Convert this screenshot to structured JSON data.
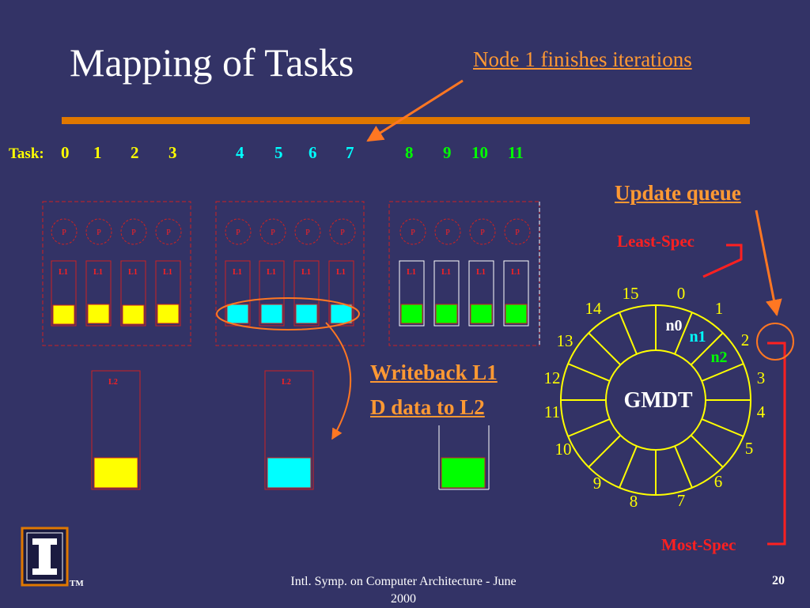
{
  "slide": {
    "title": "Mapping of Tasks",
    "node_callout": "Node 1 finishes iterations",
    "update_queue": "Update queue",
    "least_spec": "Least-Spec",
    "most_spec": "Most-Spec",
    "writeback_line1": "Writeback L1",
    "writeback_line2": "D data to L2",
    "footer_line1": "Intl. Symp. on Computer Architecture - June",
    "footer_line2": "2000",
    "page_number": "20",
    "trademark": "TM"
  },
  "tasks": {
    "label": "Task:",
    "ids": [
      "0",
      "1",
      "2",
      "3",
      "4",
      "5",
      "6",
      "7",
      "8",
      "9",
      "10",
      "11"
    ]
  },
  "nodes": {
    "processor_label": "P",
    "l1_label": "L1",
    "l2_label": "L2"
  },
  "gmdt": {
    "label": "GMDT",
    "slots": [
      "0",
      "1",
      "2",
      "3",
      "4",
      "5",
      "6",
      "7",
      "8",
      "9",
      "10",
      "11",
      "12",
      "13",
      "14",
      "15"
    ],
    "pointers": [
      "n0",
      "n1",
      "n2"
    ]
  },
  "colors": {
    "background": "#333366",
    "node0": "#ffff00",
    "node1": "#00ffff",
    "node2": "#00ff00",
    "accent_orange": "#ff9933",
    "red": "#ff2020"
  }
}
